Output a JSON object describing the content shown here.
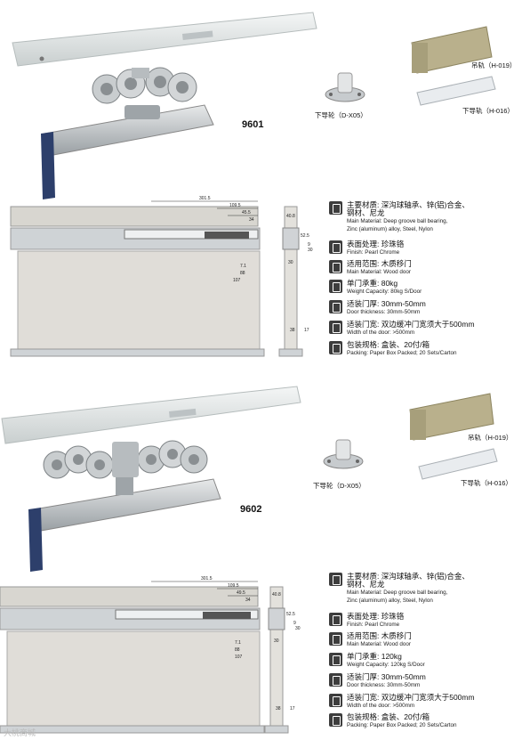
{
  "sections": [
    {
      "model": "9601",
      "guide_label": "下导轮（D-X05）",
      "rail_top_label": "吊轨（H-019）",
      "rail_bottom_label": "下导轨（H-016）",
      "dims": {
        "a": "301.5",
        "b": "109.5",
        "c": "45.5",
        "d": "34",
        "e": "7.1",
        "f": "88",
        "g": "107",
        "h": "40.8",
        "i": "52.5",
        "j": "9",
        "k": "30",
        "l": "38",
        "m": "17",
        "n": "30"
      },
      "specs": [
        {
          "icon": "material-icon",
          "cn": "主要材质: 深沟球轴承、锌(铝)合金、",
          "cn2": "钢材、尼龙",
          "en": "Main Material: Deep groove ball bearing,",
          "en2": "Zinc (aluminum) alloy, Steel, Nylon"
        },
        {
          "icon": "finish-icon",
          "cn": "表面处理: 珍珠铬",
          "en": "Finish: Pearl Chrome"
        },
        {
          "icon": "door-icon",
          "cn": "适用范围: 木质移门",
          "en": "Main Material: Wood door"
        },
        {
          "icon": "weight-icon",
          "cn": "单门承重: 80kg",
          "en": "Weight Capacity: 80kg S/Door"
        },
        {
          "icon": "thickness-icon",
          "cn": "适装门厚: 30mm-50mm",
          "en": "Door thickness: 30mm-50mm"
        },
        {
          "icon": "width-icon",
          "cn": "适装门宽: 双边缓冲门宽须大于500mm",
          "en": "Width of the door: >500mm"
        },
        {
          "icon": "package-icon",
          "cn": "包装规格: 盒装、20付/箱",
          "en": "Packing: Paper Box Packed; 20 Sets/Carton"
        }
      ]
    },
    {
      "model": "9602",
      "guide_label": "下导轮（D-X05）",
      "rail_top_label": "吊轨（H-019）",
      "rail_bottom_label": "下导轨（H-016）",
      "dims": {
        "a": "301.5",
        "b": "109.5",
        "c": "49.5",
        "d": "34",
        "e": "7.1",
        "f": "88",
        "g": "107",
        "h": "40.8",
        "i": "52.5",
        "j": "9",
        "k": "30",
        "l": "38",
        "m": "17",
        "n": "30"
      },
      "specs": [
        {
          "icon": "material-icon",
          "cn": "主要材质: 深沟球轴承、锌(铝)合金、",
          "cn2": "钢材、尼龙",
          "en": "Main Material: Deep groove ball bearing,",
          "en2": "Zinc (aluminum) alloy, Steel, Nylon"
        },
        {
          "icon": "finish-icon",
          "cn": "表面处理: 珍珠铬",
          "en": "Finish: Pearl Chrome"
        },
        {
          "icon": "door-icon",
          "cn": "适用范围: 木质移门",
          "en": "Main Material: Wood door"
        },
        {
          "icon": "weight-icon",
          "cn": "单门承重: 120kg",
          "en": "Weight Capacity: 120kg S/Door"
        },
        {
          "icon": "thickness-icon",
          "cn": "适装门厚: 30mm-50mm",
          "en": "Door thickness: 30mm-50mm"
        },
        {
          "icon": "width-icon",
          "cn": "适装门宽: 双边缓冲门宽须大于500mm",
          "en": "Width of the door: >500mm"
        },
        {
          "icon": "package-icon",
          "cn": "包装规格: 盒装、20付/箱",
          "en": "Packing: Paper Box Packed; 20 Sets/Carton"
        }
      ]
    }
  ],
  "watermark": "大桃商城",
  "colors": {
    "rail_gold": "#b9b08c",
    "rail_silver": "#e9ecef",
    "wood": "#d7d4cf",
    "accent_blue": "#2d3f6b",
    "icon_dark": "#3d3d3d"
  }
}
